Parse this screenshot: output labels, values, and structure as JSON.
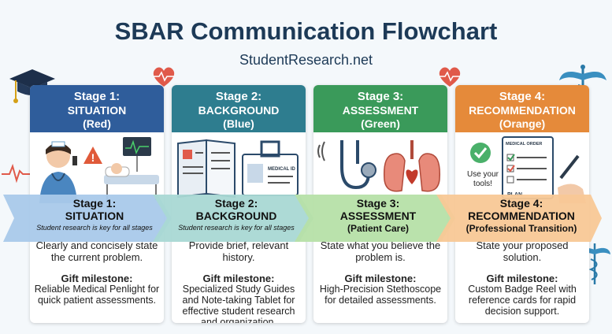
{
  "title": "SBAR Communication Flowchart",
  "subtitle": "StudentResearch.net",
  "colors": {
    "red": "#2f5d9b",
    "blue": "#2e7d8f",
    "green": "#3a9a5a",
    "orange": "#e58a3a"
  },
  "stages": [
    {
      "head_line1": "Stage 1:",
      "head_line2": "SITUATION",
      "head_line3": "(Red)",
      "band_line1": "Stage 1:",
      "band_line2": "SITUATION",
      "band_line3": "Student research is key for all stages",
      "description": "Clearly and concisely state the current problem.",
      "gift_label": "Gift milestone:",
      "gift_text": "Reliable Medical Penlight for quick patient assessments."
    },
    {
      "head_line1": "Stage 2:",
      "head_line2": "BACKGROUND",
      "head_line3": "(Blue)",
      "band_line1": "Stage 2:",
      "band_line2": "BACKGROUND",
      "band_line3": "Student research is key for all stages",
      "id_badge_text": "MEDICAL ID",
      "description": "Provide brief, relevant history.",
      "gift_label": "Gift milestone:",
      "gift_text": "Specialized Study Guides and Note-taking Tablet for effective student research and organization."
    },
    {
      "head_line1": "Stage 3:",
      "head_line2": "ASSESSMENT",
      "head_line3": "(Green)",
      "band_line1": "Stage 3:",
      "band_line2": "ASSESSMENT",
      "band_line3": "(Patient Care)",
      "description": "State what you believe the problem is.",
      "gift_label": "Gift milestone:",
      "gift_text": "High-Precision Stethoscope for detailed assessments."
    },
    {
      "head_line1": "Stage 4:",
      "head_line2": "RECOMMENDATION",
      "head_line3": "(Orange)",
      "band_line1": "Stage 4:",
      "band_line2": "RECOMMENDATION",
      "band_line3": "(Professional Transition)",
      "illus_use_tools": "Use your tools!",
      "illus_medical_order": "MEDICAL ORDER",
      "illus_plan": "PLAN",
      "description": "State your proposed solution.",
      "gift_label": "Gift milestone:",
      "gift_text": "Custom Badge Reel with reference cards for rapid decision support."
    }
  ]
}
